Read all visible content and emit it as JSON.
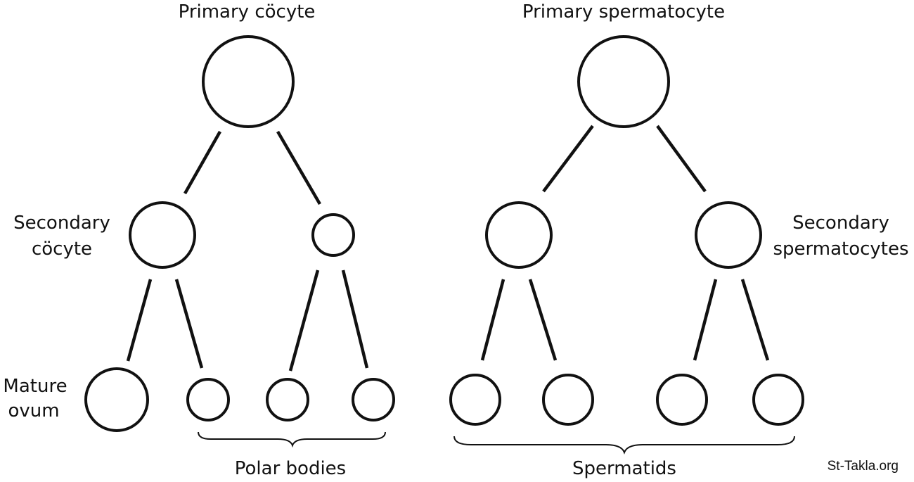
{
  "oogenesis": {
    "primary_label": "Primary cöcyte",
    "secondary_label_line1": "Secondary",
    "secondary_label_line2": "cöcyte",
    "mature_label_line1": "Mature",
    "mature_label_line2": "ovum",
    "polar_bodies_label": "Polar bodies"
  },
  "spermatogenesis": {
    "primary_label": "Primary spermatocyte",
    "secondary_label_line1": "Secondary",
    "secondary_label_line2": "spermatocytes",
    "spermatids_label": "Spermatids"
  },
  "watermark": "St-Takla.org",
  "colors": {
    "stroke": "#111111",
    "background": "#ffffff"
  }
}
